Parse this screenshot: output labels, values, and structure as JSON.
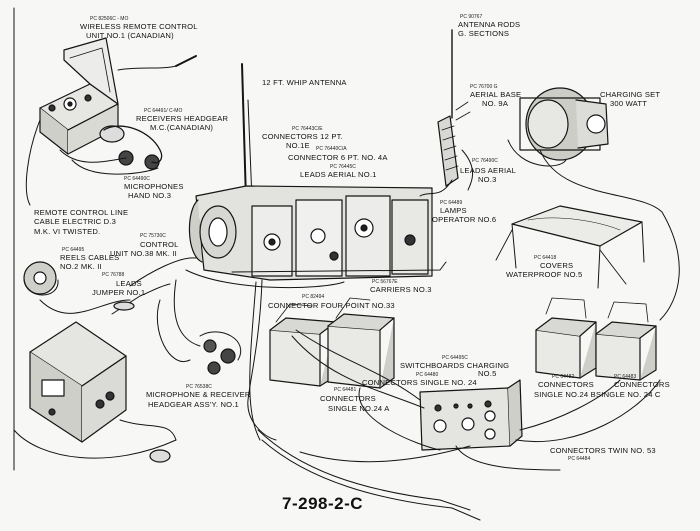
{
  "diagram": {
    "drawing_number": "7-298-2-C",
    "labels": {
      "wireless_remote": {
        "pc": "PC 82506C - MO",
        "lines": [
          "WIRELESS REMOTE CONTROL",
          "UNIT NO.1 (CANADIAN)"
        ]
      },
      "receivers_headgear": {
        "pc": "PC 64491/ C-MO",
        "lines": [
          "RECEIVERS HEADGEAR",
          "M.C.(CANADIAN)"
        ]
      },
      "microphones": {
        "pc": "PC 64490C",
        "lines": [
          "MICROPHONES",
          "HAND NO.3"
        ]
      },
      "whip_antenna": {
        "lines": [
          "12 FT. WHIP ANTENNA"
        ]
      },
      "connectors_12pt": {
        "pc": "PC 76443C/E",
        "lines": [
          "CONNECTORS 12 PT.",
          "NO.1E"
        ]
      },
      "connector_6pt": {
        "pc": "PC 76440C/A",
        "lines": [
          "CONNECTOR 6 PT. NO. 4A"
        ]
      },
      "leads_aerial_1": {
        "pc": "PC 76445C",
        "lines": [
          "LEADS AERIAL NO.1"
        ]
      },
      "antenna_rods": {
        "pc": "PC 90767",
        "lines": [
          "ANTENNA RODS",
          "G. SECTIONS"
        ]
      },
      "aerial_base": {
        "pc": "PC 76700 G",
        "lines": [
          "AERIAL BASE",
          "NO. 9A"
        ]
      },
      "charging_set": {
        "lines": [
          "CHARGING SET",
          "300 WATT"
        ]
      },
      "leads_aerial_3": {
        "pc": "PC 76490C",
        "lines": [
          "LEADS AERIAL",
          "NO.3"
        ]
      },
      "remote_control_line": {
        "lines": [
          "REMOTE CONTROL LINE",
          "CABLE ELECTRIC D.3",
          "M.K. VI TWISTED."
        ]
      },
      "reels_cables": {
        "pc": "PC 64495",
        "lines": [
          "REELS CABLES",
          "NO.2 MK. II"
        ]
      },
      "control_unit": {
        "pc": "PC 75730C",
        "lines": [
          "CONTROL",
          "UNIT NO.38 MK. II"
        ]
      },
      "leads_jumper": {
        "pc": "PC 76788",
        "lines": [
          "LEADS",
          "JUMPER NO.1"
        ]
      },
      "lamps_operator": {
        "pc": "PC 64489",
        "lines": [
          "LAMPS",
          "OPERATOR NO.6"
        ]
      },
      "carriers": {
        "pc": "PC 56767E",
        "lines": [
          "CARRIERS NO.3"
        ]
      },
      "covers_waterproof": {
        "pc": "PC 64418",
        "lines": [
          "COVERS",
          "WATERPROOF NO.5"
        ]
      },
      "connector_four_point": {
        "pc": "PC 82494",
        "lines": [
          "CONNECTOR FOUR POINT NO.33"
        ]
      },
      "switchboards": {
        "pc": "PC 64495C",
        "lines": [
          "SWITCHBOARDS CHARGING",
          "NO.5"
        ]
      },
      "connectors_single_24": {
        "pc": "PC 64480",
        "lines": [
          "CONNECTORS SINGLE NO. 24"
        ]
      },
      "mic_receiver": {
        "pc": "PC 76538C",
        "lines": [
          "MICROPHONE & RECEIVER",
          "HEADGEAR ASS'Y. NO.1"
        ]
      },
      "connectors_single_24a": {
        "pc": "PC 64481",
        "lines": [
          "CONNECTORS",
          "SINGLE NO.24 A"
        ]
      },
      "connectors_single_24b": {
        "pc": "PC 64482",
        "lines": [
          "CONNECTORS",
          "SINGLE NO.24 B"
        ]
      },
      "connectors_single_24c": {
        "pc": "PC 64483",
        "lines": [
          "CONNECTORS",
          "SINGLE NO. 24 C"
        ]
      },
      "connectors_twin": {
        "pc": "PC 64484",
        "lines": [
          "CONNECTORS TWIN NO. 53"
        ]
      }
    }
  }
}
